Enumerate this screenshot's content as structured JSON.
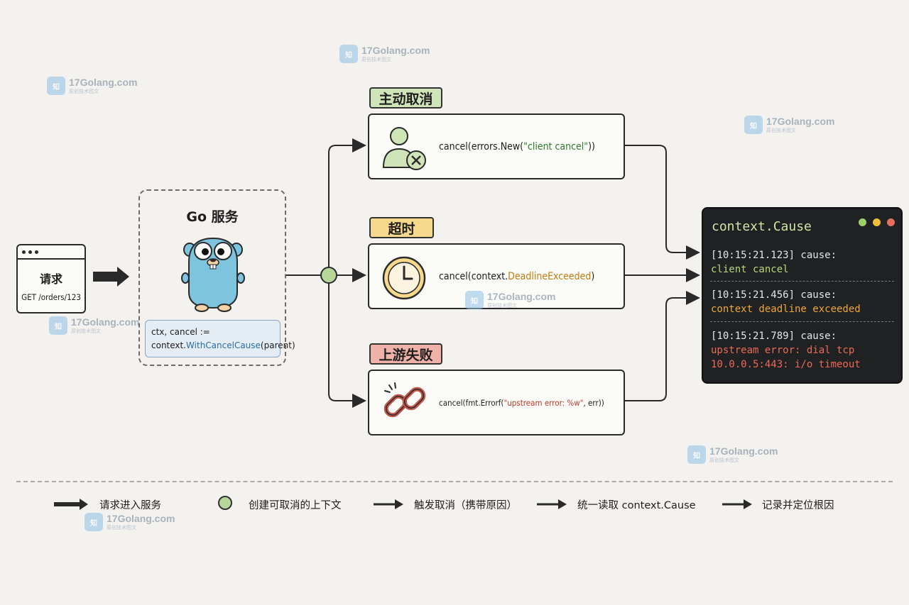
{
  "request": {
    "title": "请求",
    "path": "GET /orders/123"
  },
  "service": {
    "title": "Go 服务",
    "code_line1": "ctx, cancel :=",
    "code_prefix": "context.",
    "code_fn": "WithCancelCause",
    "code_suffix": "(parent)"
  },
  "branches": [
    {
      "label": "主动取消",
      "icon": "user-cancel-icon",
      "code_prefix": "cancel(errors.New(",
      "code_str": "\"client cancel\"",
      "code_suffix": "))",
      "color": "#cfe4b8"
    },
    {
      "label": "超时",
      "icon": "clock-icon",
      "code_prefix": "cancel(context.",
      "code_str": "DeadlineExceeded",
      "code_suffix": ")",
      "color": "#f6d98c"
    },
    {
      "label": "上游失败",
      "icon": "broken-chain-icon",
      "code_prefix": "cancel(fmt.Errorf(",
      "code_str": "\"upstream error: %w\"",
      "code_suffix": ", err))",
      "color": "#efb2a8"
    }
  ],
  "terminal": {
    "title": "context.Cause",
    "entries": [
      {
        "time": "[10:15:21.123] cause:",
        "msg": "client cancel"
      },
      {
        "time": "[10:15:21.456] cause:",
        "msg": "context deadline exceeded"
      },
      {
        "time": "[10:15:21.789] cause:",
        "msg_line1": "upstream error: dial tcp",
        "msg_line2": "10.0.0.5:443: i/o timeout"
      }
    ]
  },
  "legend": [
    {
      "label": "请求进入服务",
      "icon": "thick-arrow-icon"
    },
    {
      "label": "创建可取消的上下文",
      "icon": "green-circle-icon"
    },
    {
      "label": "触发取消（携带原因）",
      "icon": "arrow-icon"
    },
    {
      "label": "统一读取 context.Cause",
      "icon": "arrow-icon"
    },
    {
      "label": "记录并定位根因",
      "icon": "arrow-icon"
    }
  ],
  "watermark": {
    "name": "17Golang.com",
    "sub": "原创技术图文",
    "logo": "知"
  }
}
